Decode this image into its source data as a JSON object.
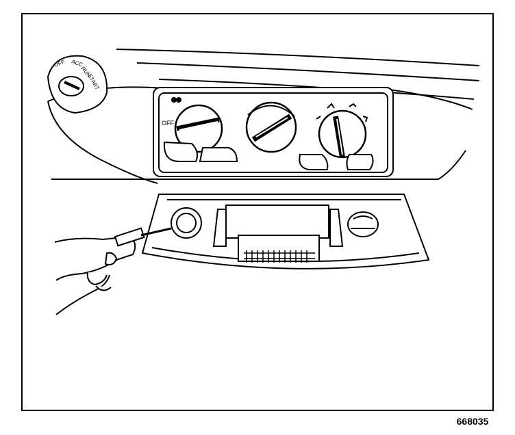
{
  "figure": {
    "number": "668035",
    "ignition_labels": [
      "OFF",
      "ACC",
      "RUN",
      "START"
    ],
    "fan_knob_label": "OFF"
  },
  "colors": {
    "ink": "#000000",
    "paper": "#ffffff"
  }
}
